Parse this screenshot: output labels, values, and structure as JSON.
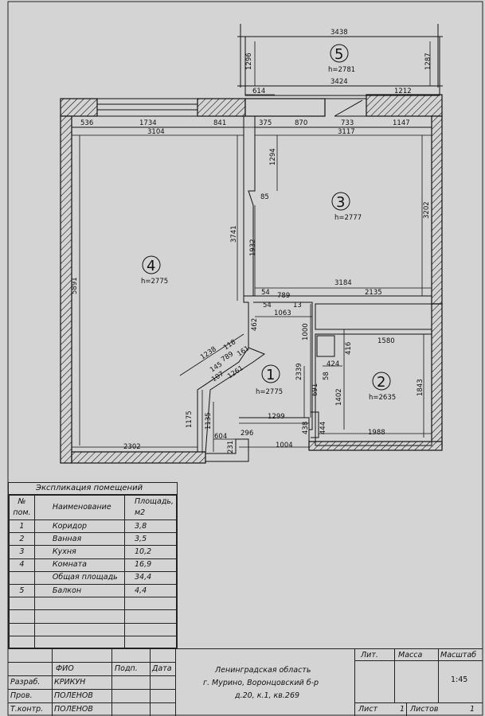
{
  "rooms": [
    {
      "num": "1",
      "h": "h=2775"
    },
    {
      "num": "2",
      "h": "h=2635"
    },
    {
      "num": "3",
      "h": "h=2777"
    },
    {
      "num": "4",
      "h": "h=2775"
    },
    {
      "num": "5",
      "h": "h=2781"
    }
  ],
  "dims": {
    "d3438": "3438",
    "d3424": "3424",
    "d1296": "1296",
    "d1287": "1287",
    "d614": "614",
    "d1212": "1212",
    "d536": "536",
    "d1734": "1734",
    "d841": "841",
    "d375": "375",
    "d870": "870",
    "d733": "733",
    "d1147": "1147",
    "d3104": "3104",
    "d3117": "3117",
    "d1294": "1294",
    "d85": "85",
    "d3202": "3202",
    "d3741": "3741",
    "d1932": "1932",
    "d5891": "5891",
    "d3184": "3184",
    "d2135": "2135",
    "d54a": "54",
    "d789": "789",
    "d54b": "54",
    "d13": "13",
    "d1063": "1063",
    "d462": "462",
    "d1000": "1000",
    "d416": "416",
    "d1580": "1580",
    "d1238": "1238",
    "d145": "145",
    "d789b": "789",
    "d118": "118",
    "d107": "107",
    "d161": "161",
    "d1261": "1261",
    "d2339": "2339",
    "d424": "424",
    "d58": "58",
    "d691": "691",
    "d1402": "1402",
    "d1843": "1843",
    "d1175": "1175",
    "d1135": "1135",
    "d1299": "1299",
    "d438": "438",
    "d444": "444",
    "d1988": "1988",
    "d604": "604",
    "d296": "296",
    "d231": "231",
    "d1004": "1004",
    "d2302": "2302"
  },
  "explication": {
    "title": "Экспликация помещений",
    "headers": {
      "num": "№\nпом.",
      "name": "Наименование",
      "area": "Площадь,\nм2"
    },
    "rows": [
      {
        "num": "1",
        "name": "Коридор",
        "area": "3,8"
      },
      {
        "num": "2",
        "name": "Ванная",
        "area": "3,5"
      },
      {
        "num": "3",
        "name": "Кухня",
        "area": "10,2"
      },
      {
        "num": "4",
        "name": "Комната",
        "area": "16,9"
      },
      {
        "num": "",
        "name": "Общая площадь",
        "area": "34,4"
      },
      {
        "num": "5",
        "name": "Балкон",
        "area": "4,4"
      },
      {
        "num": "",
        "name": "",
        "area": ""
      },
      {
        "num": "",
        "name": "",
        "area": ""
      },
      {
        "num": "",
        "name": "",
        "area": ""
      },
      {
        "num": "",
        "name": "",
        "area": ""
      }
    ]
  },
  "title_block": {
    "fio": "ФИО",
    "podp": "Подп.",
    "data": "Дата",
    "razrab_label": "Разраб.",
    "razrab": "КРИКУН",
    "prov_label": "Пров.",
    "prov": "ПОЛЕНОВ",
    "tkontr_label": "Т.контр.",
    "tkontr": "ПОЛЕНОВ",
    "address1": "Ленинградская область",
    "address2": "г. Мурино, Воронцовский б-р",
    "address3": "д.20, к.1, кв.269",
    "lit": "Лит.",
    "massa": "Масса",
    "masshtab": "Масштаб",
    "scale": "1:45",
    "list_label": "Лист",
    "list": "1",
    "listov_label": "Листов",
    "listov": "1"
  }
}
